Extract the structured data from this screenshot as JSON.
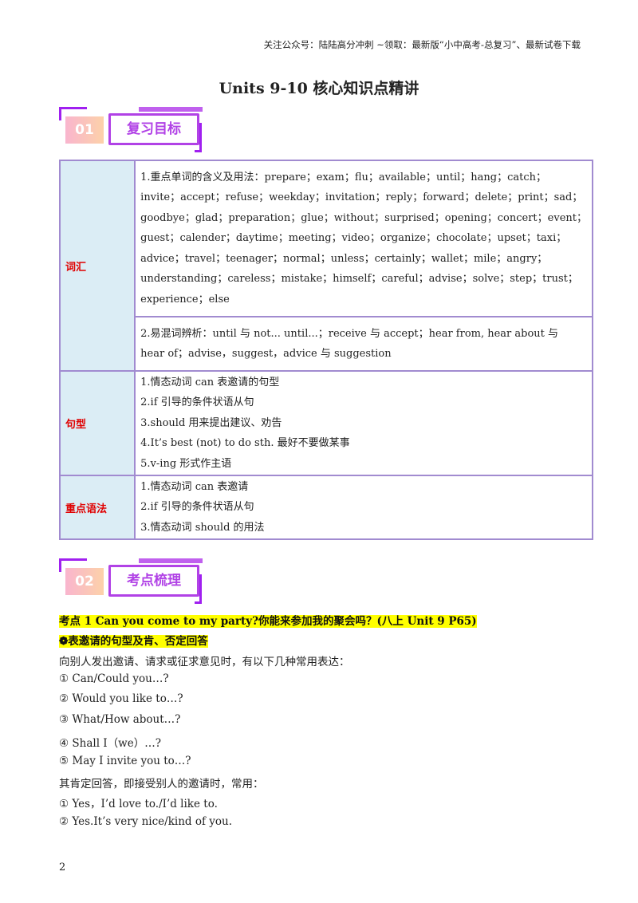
{
  "header_note": "关注公众号：陆陆高分冲刺  ~领取：最新版“小中高考-总复习”、最新试卷下载",
  "title": "Units  9-10 核心知识点精讲",
  "section1": {
    "num": "01",
    "label": "复习目标"
  },
  "table": {
    "vocab": {
      "category": "词汇",
      "part1": [
        "1.重点单词的含义及用法：prepare；exam；flu；available；until；hang；catch；",
        "invite；accept；refuse；weekday；invitation；reply；forward；delete；print；sad；",
        "goodbye；glad；preparation；glue；without；surprised；opening；concert；event；",
        "guest；calender；daytime；meeting；video；organize；chocolate；upset；taxi；",
        "advice；travel；teenager；normal；unless；certainly；wallet；mile；angry；",
        "understanding；careless；mistake；himself；careful；advise；solve；step；trust；",
        "experience；else"
      ],
      "part2": [
        "2.易混词辨析：until 与 not... until...；receive  与  accept；hear  from,  hear  about  与",
        "hear  of；advise，suggest，advice 与 suggestion"
      ]
    },
    "sentence": {
      "category": "句型",
      "lines": [
        "1.情态动词 can 表邀请的句型",
        "2.if 引导的条件状语从句",
        "3.should  用来提出建议、劝告",
        "4.It’s  best  (not)  to  do  sth.  最好不要做某事",
        "5.v-ing 形式作主语"
      ]
    },
    "grammar": {
      "category": "重点语法",
      "lines": [
        "1.情态动词 can 表邀请",
        "2.if 引导的条件状语从句",
        "3.情态动词 should 的用法"
      ]
    }
  },
  "section2": {
    "num": "02",
    "label": "考点梳理"
  },
  "kaodian1": "考点 1  Can  you  come  to  my  party?你能来参加我的聚会吗？(八上 Unit  9  P65)",
  "subhead": "❁表邀请的句型及肯、否定回答",
  "body_lines": [
    "向别人发出邀请、请求或征求意见时，有以下几种常用表达：",
    "① Can/Could  you…?",
    "② Would  you  like  to…?",
    "③ What/How  about…?",
    "④ Shall  I（we）…?",
    "⑤ May  I  invite  you  to…?",
    "其肯定回答，即接受别人的邀请时，常用：",
    "① Yes，I’d  love  to./I’d  like  to.",
    "② Yes.It’s  very  nice/kind  of  you."
  ],
  "page_number": "2"
}
